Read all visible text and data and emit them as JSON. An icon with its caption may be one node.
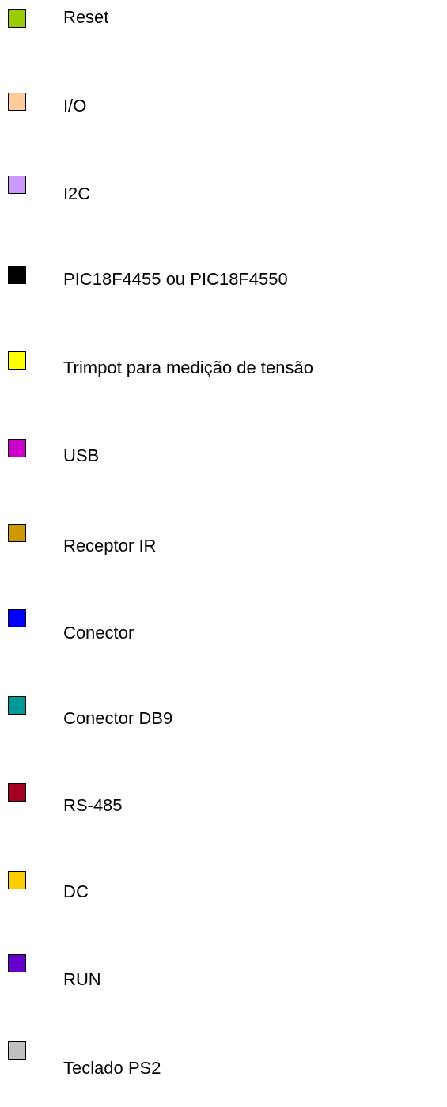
{
  "diagram": {
    "legend": [
      {
        "text": "Reset",
        "color": "#99cc00"
      },
      {
        "text": "I/O",
        "color": "#ffcc99"
      },
      {
        "text": "I2C",
        "color": "#cc99ff"
      },
      {
        "text": "PIC18F4455 ou PIC18F4550",
        "color": "#000000"
      },
      {
        "text": "Trimpot para medição de tensão",
        "color": "#ffff00"
      },
      {
        "text": "USB",
        "color": "#cc00cc"
      },
      {
        "text": "Receptor IR",
        "color": "#cc9900"
      },
      {
        "text": "Conector",
        "color": "#0000ff"
      },
      {
        "text": "Conector DB9",
        "color": "#009999"
      },
      {
        "text": "RS-485",
        "color": "#a50021"
      },
      {
        "text": "DC",
        "color": "#ffcc00"
      },
      {
        "text": "RUN",
        "color": "#6600cc"
      },
      {
        "text": "Teclado PS2",
        "color": "#c0c0c0"
      }
    ]
  }
}
